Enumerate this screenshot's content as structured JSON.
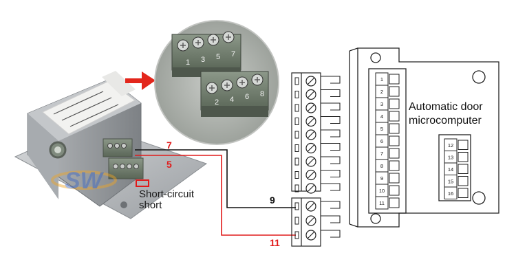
{
  "zoom_terminals_top": [
    "1",
    "3",
    "5",
    "7"
  ],
  "zoom_terminals_bottom": [
    "2",
    "4",
    "6",
    "8"
  ],
  "wires": {
    "top_red": "7",
    "top_black": "5",
    "mid": "9",
    "bottom": "11"
  },
  "short_circuit_note": {
    "line1": "Short-circuit",
    "line2": "short"
  },
  "controller_title": {
    "line1": "Automatic door",
    "line2": "microcomputer"
  },
  "controller_left_pins": [
    "1",
    "2",
    "3",
    "4",
    "5",
    "6",
    "7",
    "8",
    "9",
    "10",
    "11"
  ],
  "controller_right_pins": [
    "12",
    "13",
    "14",
    "15",
    "16"
  ],
  "watermark": "SW",
  "colors": {
    "red_wire": "#e11a1a",
    "black_wire": "#111111",
    "arrow": "#e3261b",
    "terminal_green": "#6f7b6d"
  }
}
